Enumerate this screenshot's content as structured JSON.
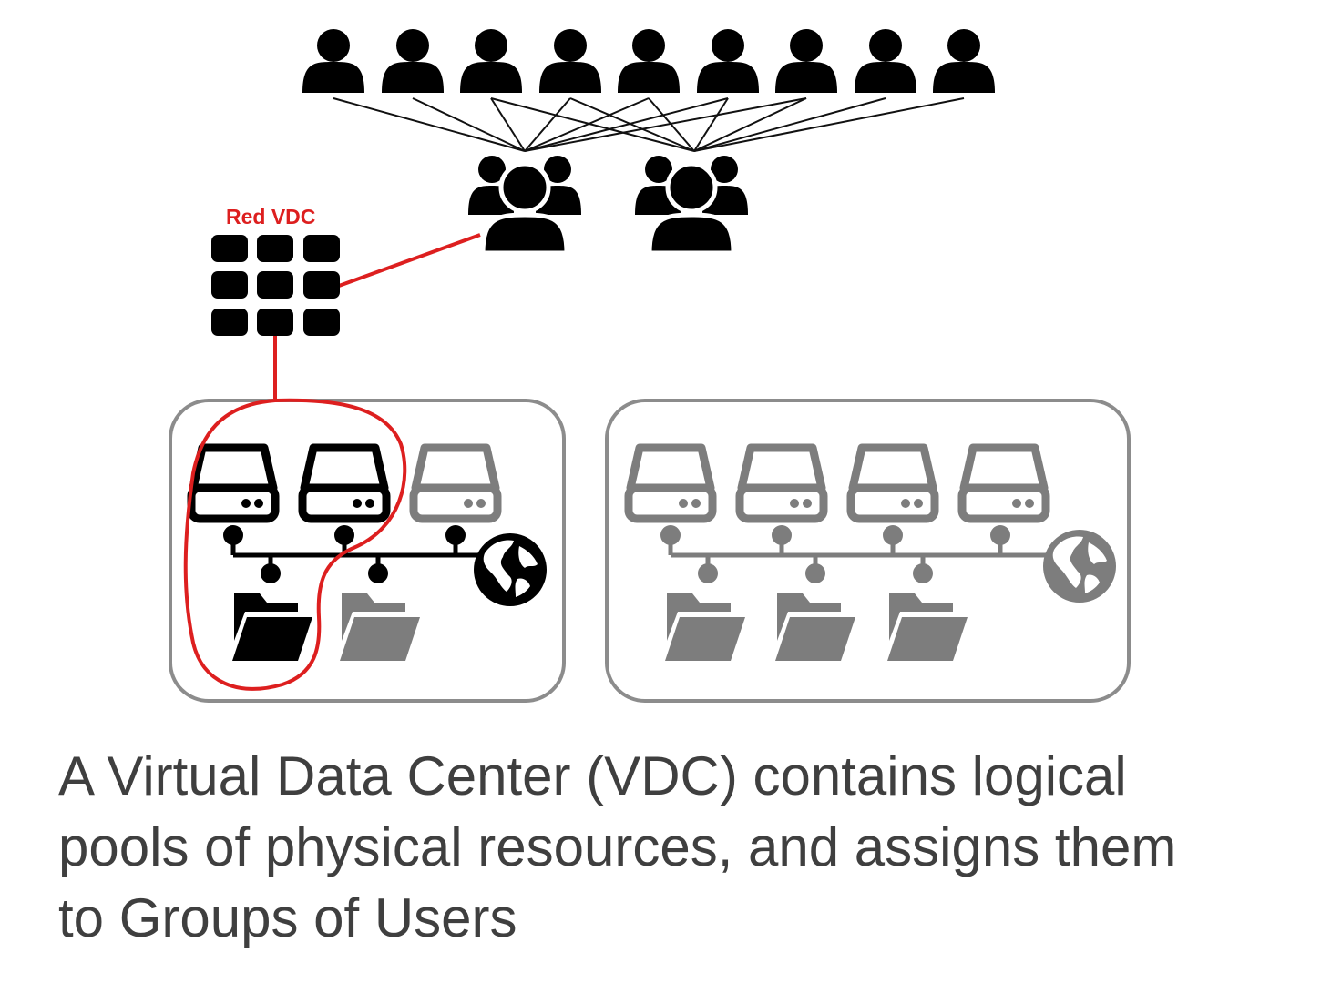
{
  "vdc_label": "Red VDC",
  "caption_lines": [
    "A Virtual Data Center (VDC) contains logical",
    "pools of physical resources, and assigns them",
    "to Groups of Users"
  ],
  "icons": {
    "user": "user-icon",
    "group": "user-group-icon",
    "grid": "vdc-grid-icon",
    "server": "server-icon",
    "folder": "folder-icon",
    "globe": "globe-icon"
  },
  "colors": {
    "highlight": "#dd1f1f",
    "active": "#000000",
    "inactive": "#7d7d7d",
    "box_border": "#8c8c8c",
    "caption": "#3f3f3f"
  }
}
